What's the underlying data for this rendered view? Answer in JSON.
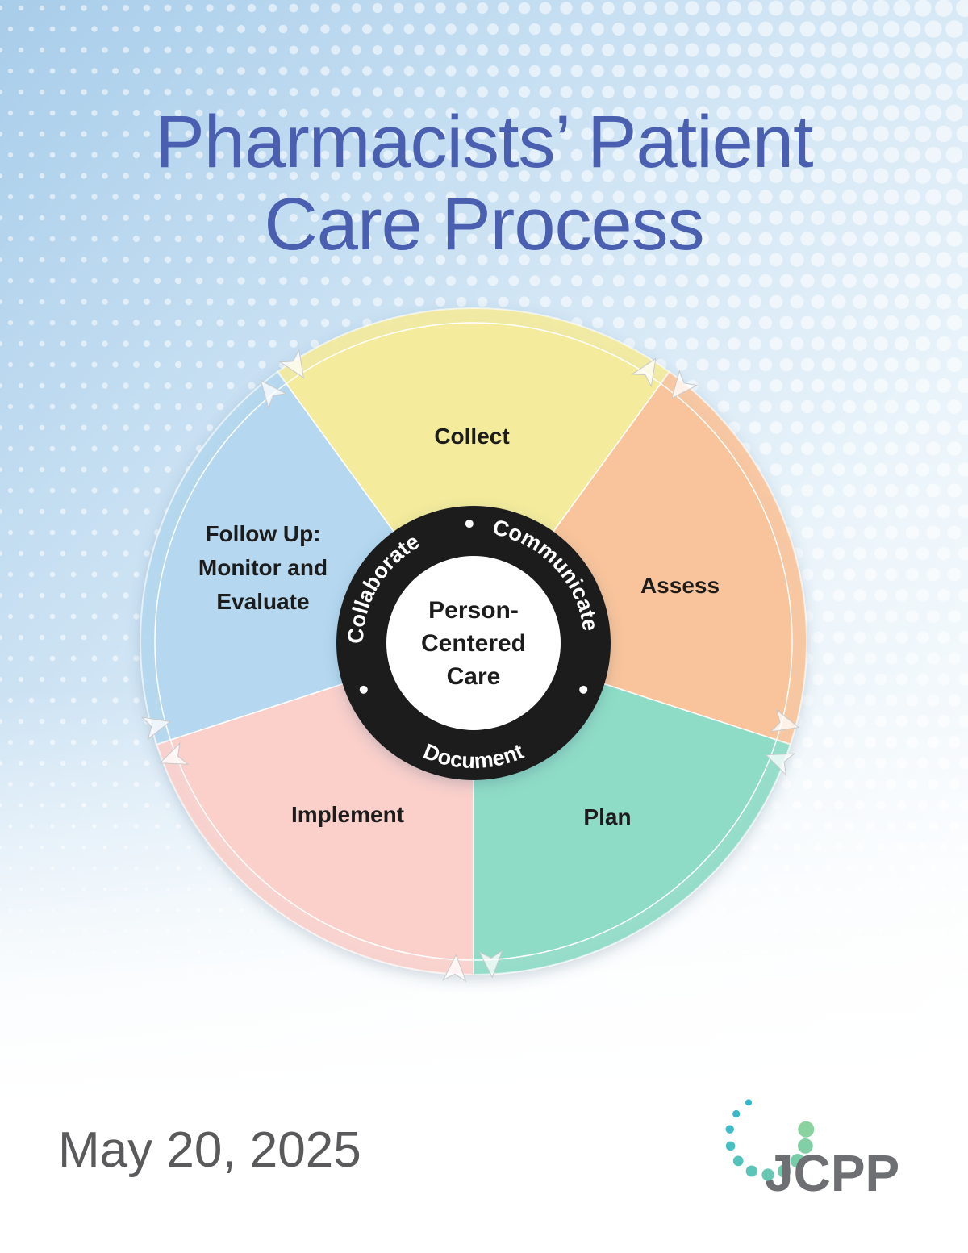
{
  "title": {
    "line1": "Pharmacists’ Patient",
    "line2": "Care Process"
  },
  "wheel": {
    "segments": [
      {
        "key": "collect",
        "label": [
          "Collect"
        ],
        "color": "#f4eb9c"
      },
      {
        "key": "assess",
        "label": [
          "Assess"
        ],
        "color": "#f9c49b"
      },
      {
        "key": "plan",
        "label": [
          "Plan"
        ],
        "color": "#8fdcc6"
      },
      {
        "key": "implement",
        "label": [
          "Implement"
        ],
        "color": "#fbd0cb"
      },
      {
        "key": "follow_up",
        "label": [
          "Follow Up:",
          "Monitor and",
          "Evaluate"
        ],
        "color": "#b5d8f0"
      }
    ],
    "ring_words": [
      "Collaborate",
      "Communicate",
      "Document"
    ],
    "center": [
      "Person-",
      "Centered",
      "Care"
    ]
  },
  "colors": {
    "title": "#4a5faf",
    "ring": "#1a1a1a",
    "date": "#5a5a5c",
    "logo_text": "#6e6f73",
    "logo_dots_start": "#8ad3a0",
    "logo_dots_end": "#2fb6cf"
  },
  "date": "May 20, 2025",
  "logo": {
    "text": "JCPP"
  }
}
